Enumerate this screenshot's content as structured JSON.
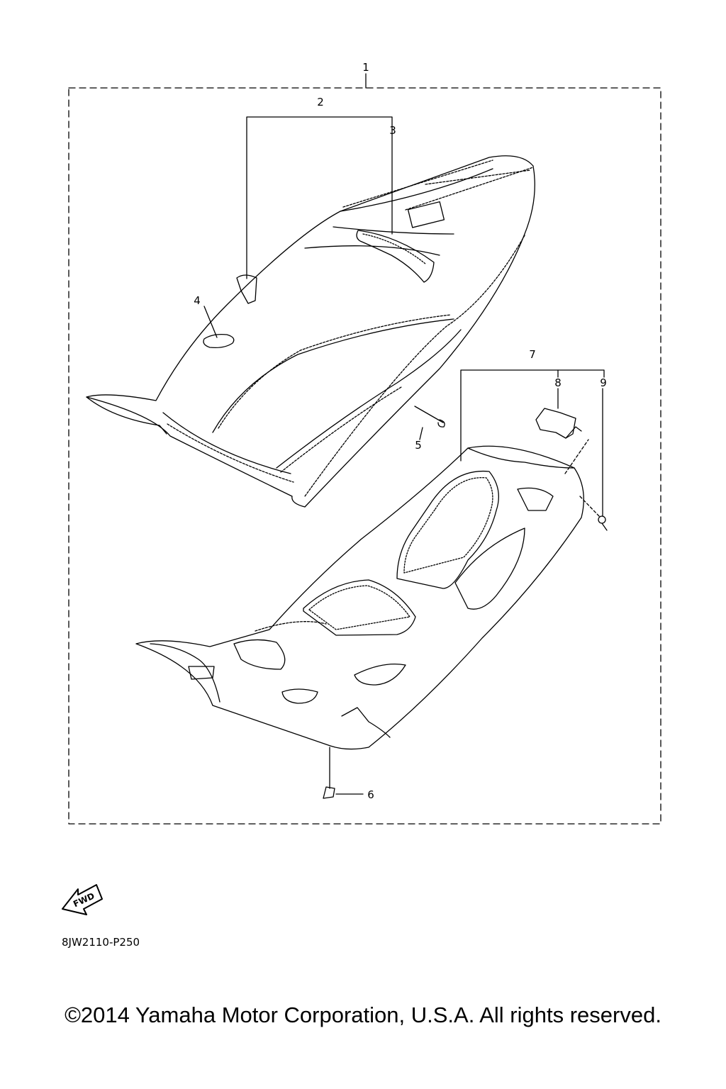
{
  "diagram": {
    "callouts": [
      "1",
      "2",
      "3",
      "4",
      "5",
      "6",
      "7",
      "8",
      "9"
    ],
    "fwd_label": "FWD",
    "part_code": "8JW2110-P250"
  },
  "footer": {
    "copyright": "©2014 Yamaha Motor Corporation, U.S.A. All rights reserved."
  },
  "colors": {
    "line": "#000000",
    "background": "#ffffff"
  }
}
